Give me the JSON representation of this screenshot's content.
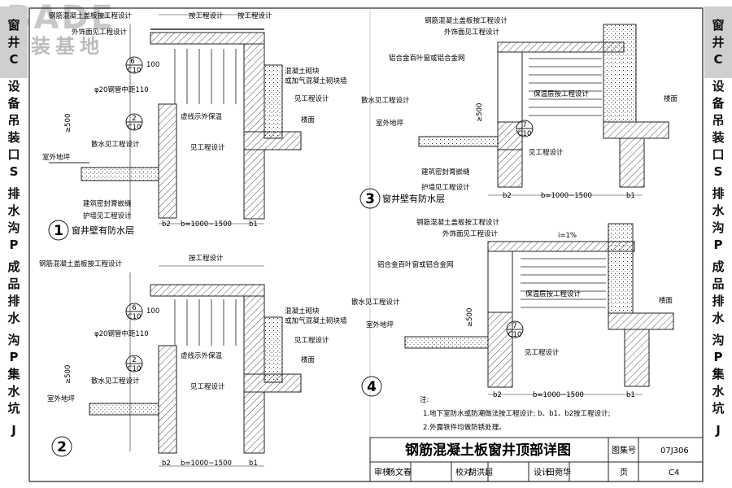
{
  "watermark": {
    "brand": "BADE",
    "sub": "建装基地"
  },
  "side_left": [
    "窗",
    "井",
    "C",
    "设",
    "备",
    "吊",
    "装",
    "口",
    "S",
    "排",
    "水",
    "沟",
    "P",
    "成",
    "品",
    "排",
    "水",
    "沟",
    "P",
    "集",
    "水",
    "坑",
    "J"
  ],
  "side_right": [
    "窗",
    "井",
    "C",
    "设",
    "备",
    "吊",
    "装",
    "口",
    "S",
    "排",
    "水",
    "沟",
    "P",
    "成",
    "品",
    "排",
    "水",
    "沟",
    "P",
    "集",
    "水",
    "坑",
    "J"
  ],
  "labels": {
    "anjiao": "按工程设计",
    "steel_slab": "钢筋混凝土盖板按工程设计",
    "facing": "外饰面见工程设计",
    "tube": "φ20钢管中距110",
    "dash_insul": "虚线示外保温",
    "concrete_block": "混凝土砌块",
    "aerated": "或加气混凝土砌块墙",
    "see_design": "见工程设计",
    "floor": "楼面",
    "ground": "室外地坪",
    "apron": "散水见工程设计",
    "sealant": "建筑密封膏嵌缝",
    "guard": "护墙见工程设计",
    "louver": "铝合金百叶窗或铝合金网",
    "insul_layer": "保温层按工程设计",
    "b2": "b2",
    "b": "b=1000~1500",
    "b1": "b1",
    "h100": "100",
    "h500": "≥500",
    "det6": "6",
    "det2": "2",
    "det7": "7",
    "detC": "C10",
    "slope": "i=1%"
  },
  "details": [
    {
      "num": "1",
      "caption": "窗井壁有防水层"
    },
    {
      "num": "2",
      "caption": ""
    },
    {
      "num": "3",
      "caption": "窗井壁有防水层"
    },
    {
      "num": "4",
      "caption": ""
    }
  ],
  "notes": {
    "head": "注:",
    "n1": "1.地下室防水或防潮做法按工程设计; b、b1、b2按工程设计;",
    "n2": "2.外露铁件均做防锈处理。"
  },
  "titleblock": {
    "title": "钢筋混凝土板窗井顶部详图",
    "atlas_label": "图集号",
    "atlas_no": "07J306",
    "audit": "审核",
    "audit_name": "杨文春",
    "check": "校对",
    "check_name": "胡洪超",
    "design": "设计",
    "design_name": "田菀华",
    "page_label": "页",
    "page_no": "C4"
  }
}
